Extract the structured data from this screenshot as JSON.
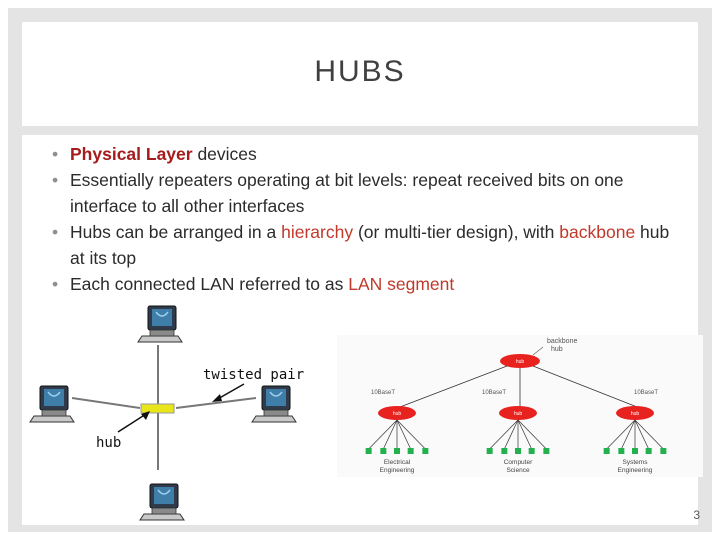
{
  "slide": {
    "title": "HUBS",
    "page_number": "3"
  },
  "bullets": [
    {
      "parts": [
        {
          "text": "Physical Layer",
          "style": "red-bold"
        },
        {
          "text": " devices",
          "style": ""
        }
      ]
    },
    {
      "parts": [
        {
          "text": "Essentially repeaters operating at bit levels: repeat received bits on one interface to all other interfaces",
          "style": ""
        }
      ]
    },
    {
      "parts": [
        {
          "text": "Hubs can be arranged in a ",
          "style": ""
        },
        {
          "text": "hierarchy",
          "style": "red"
        },
        {
          "text": " (or multi-tier design), with ",
          "style": ""
        },
        {
          "text": "backbone",
          "style": "red"
        },
        {
          "text": " hub at its top",
          "style": ""
        }
      ]
    },
    {
      "parts": [
        {
          "text": "Each connected LAN referred to as ",
          "style": ""
        },
        {
          "text": "LAN segment",
          "style": "red"
        }
      ]
    }
  ],
  "star_diagram": {
    "hub_label": "hub",
    "twisted_pair_label": "twisted pair"
  },
  "hierarchy_diagram": {
    "backbone_label": "backbone hub",
    "top_hub": "hub",
    "links": [
      "10BaseT",
      "10BaseT",
      "10BaseT"
    ],
    "hubs": [
      "hub",
      "hub",
      "hub"
    ],
    "departments": [
      "Electrical Engineering",
      "Computer Science",
      "Systems Engineering"
    ]
  },
  "colors": {
    "accent_red": "#c0392b",
    "hub_yellow": "#e8e51a",
    "hub_red": "#e8231f",
    "node_green": "#22b14c"
  },
  "icons": [
    "computer-icon"
  ]
}
